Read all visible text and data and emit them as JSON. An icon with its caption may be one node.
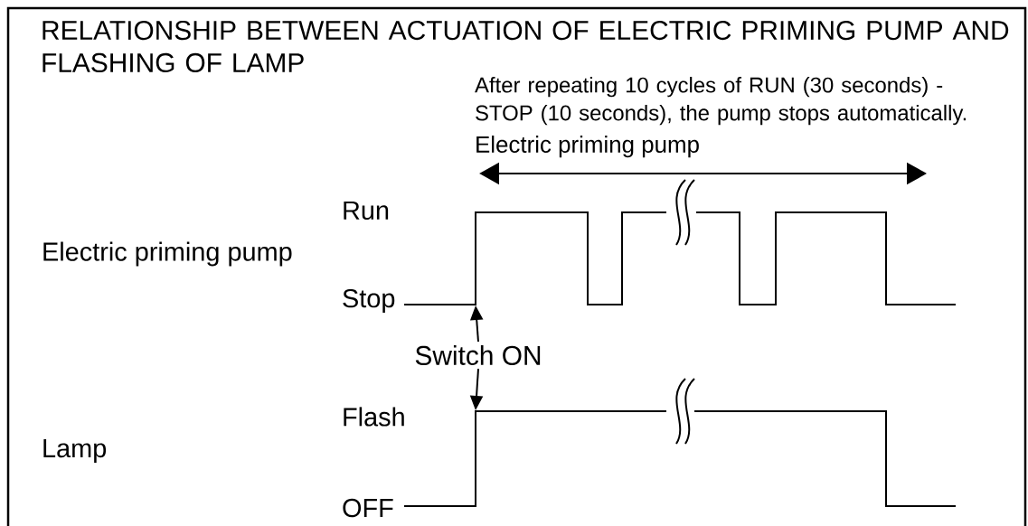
{
  "diagram": {
    "title": "RELATIONSHIP BETWEEN ACTUATION OF ELECTRIC PRIMING PUMP AND FLASHING OF LAMP",
    "nodes": [
      {
        "text": [
          "Switch ON"
        ]
      },
      {
        "text": [],
        "shape": "picture"
      },
      {
        "text": [],
        "shape": "picture"
      }
    ],
    "edges": [
      {
        "from": 0,
        "to": 1,
        "arrow": "to"
      },
      {
        "from": 0,
        "to": 2,
        "arrow": "to"
      }
    ],
    "labels": [
      "After repeating 10 cycles of RUN (30 seconds) - STOP (10 seconds), the pump stops automatically.",
      "Electric priming pump",
      "Run",
      "Electric priming pump",
      "Stop",
      "Flash",
      "Lamp",
      "OFF"
    ]
  }
}
